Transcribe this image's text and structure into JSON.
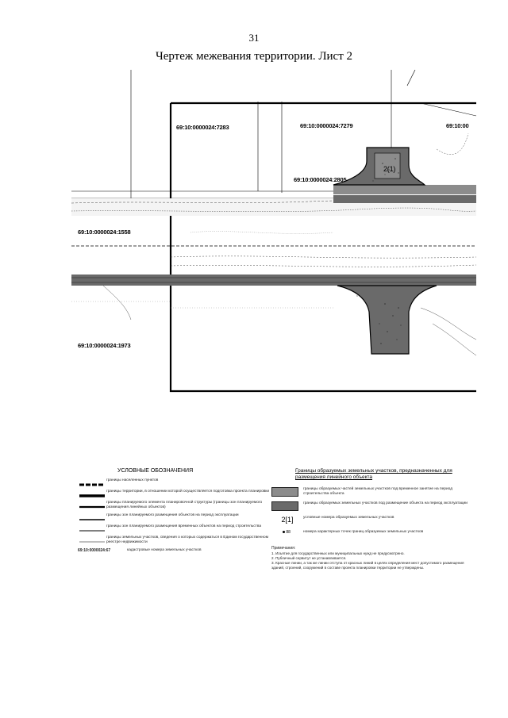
{
  "header": {
    "page_number": "31",
    "title": "Чертеж межевания территории. Лист 2"
  },
  "map": {
    "parcels": [
      "69:10:0000024:7283",
      "69:10:0000024:7279",
      "69:10:00",
      "69:10:0000024:2805",
      "69:10:0000024:1558",
      "69:10:0000024:1973"
    ],
    "plot_labels": [
      "2(1)"
    ]
  },
  "legend": {
    "title": "УСЛОВНЫЕ ОБОЗНАЧЕНИЯ",
    "items": [
      "границы населенных пунктов",
      "границы территории, в отношении которой осуществляется подготовка проекта планировки",
      "границы планируемого элемента планировочной структуры (границы зон планируемого размещения линейных объектов)",
      "границы зон планируемого размещения объектов на период эксплуатации",
      "границы зон планируемого размещения временных объектов на период строительства",
      "границы земельных участков, сведения о которых содержаться в Едином государственном реестре недвижимости"
    ],
    "cadastral_example": "69:10:0000024:67",
    "cadastral_text": "кадастровые номера земельных участков"
  },
  "legend_right": {
    "title": "Границы образуемых земельных участков, предназначенных для размещения линейного объекта",
    "items": [
      "границы образуемых частей земельных участков под временное занятие на период строительства объекта",
      "границы образуемых земельных участков под размещение объекта на период эксплуатации",
      "условные номера образуемых земельных участков",
      "номера характерных точек границ образуемых земельных участков"
    ],
    "number_symbol": "2[1]",
    "point_symbol": "88",
    "notes_title": "Примечания:",
    "notes": [
      "1. Изъятие для государственных или муниципальных нужд не предусмотрено.",
      "2. Публичный сервитут не устанавливается.",
      "3. Красные линии, а так же линии отступа от красных линий в целях определения мест допустимого размещения зданий, строений, сооружений в составе проекта планировки территории не утверждены."
    ]
  },
  "colors": {
    "permanent_fill": "#6a6a6a",
    "temporary_fill": "#8c8c8c",
    "ink": "#000000"
  }
}
